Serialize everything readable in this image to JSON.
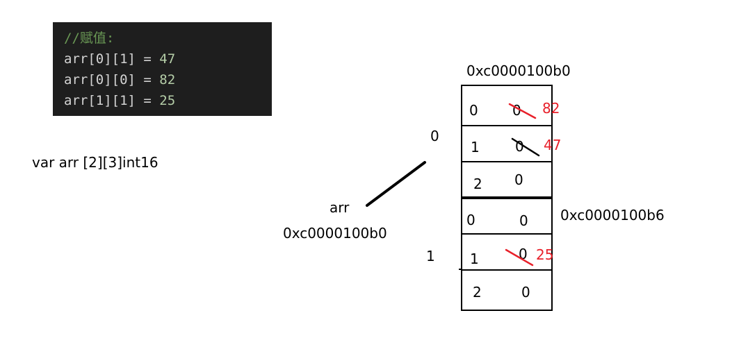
{
  "code": {
    "comment": "//赋值:",
    "lines": [
      {
        "expr": "arr[0][1] = ",
        "value": "47"
      },
      {
        "expr": "arr[0][0] = ",
        "value": "82"
      },
      {
        "expr": "arr[1][1] = ",
        "value": "25"
      }
    ]
  },
  "declaration": "var arr [2][3]int16",
  "pointer": {
    "name": "arr",
    "address": "0xc0000100b0"
  },
  "outer_index": [
    "0",
    "1"
  ],
  "row0": {
    "address": "0xc0000100b0",
    "cells": [
      {
        "index": "0",
        "old": "0",
        "new": "82"
      },
      {
        "index": "1",
        "old": "0",
        "new": "47"
      },
      {
        "index": "2",
        "old": "0",
        "new": ""
      }
    ]
  },
  "row1": {
    "address": "0xc0000100b6",
    "cells": [
      {
        "index": "0",
        "old": "0",
        "new": ""
      },
      {
        "index": "1",
        "old": "0",
        "new": "25"
      },
      {
        "index": "2",
        "old": "0",
        "new": ""
      }
    ]
  },
  "colors": {
    "code_bg": "#1e1e1e",
    "comment": "#6a9955",
    "number": "#b5cea8",
    "edit": "#e8202a"
  }
}
